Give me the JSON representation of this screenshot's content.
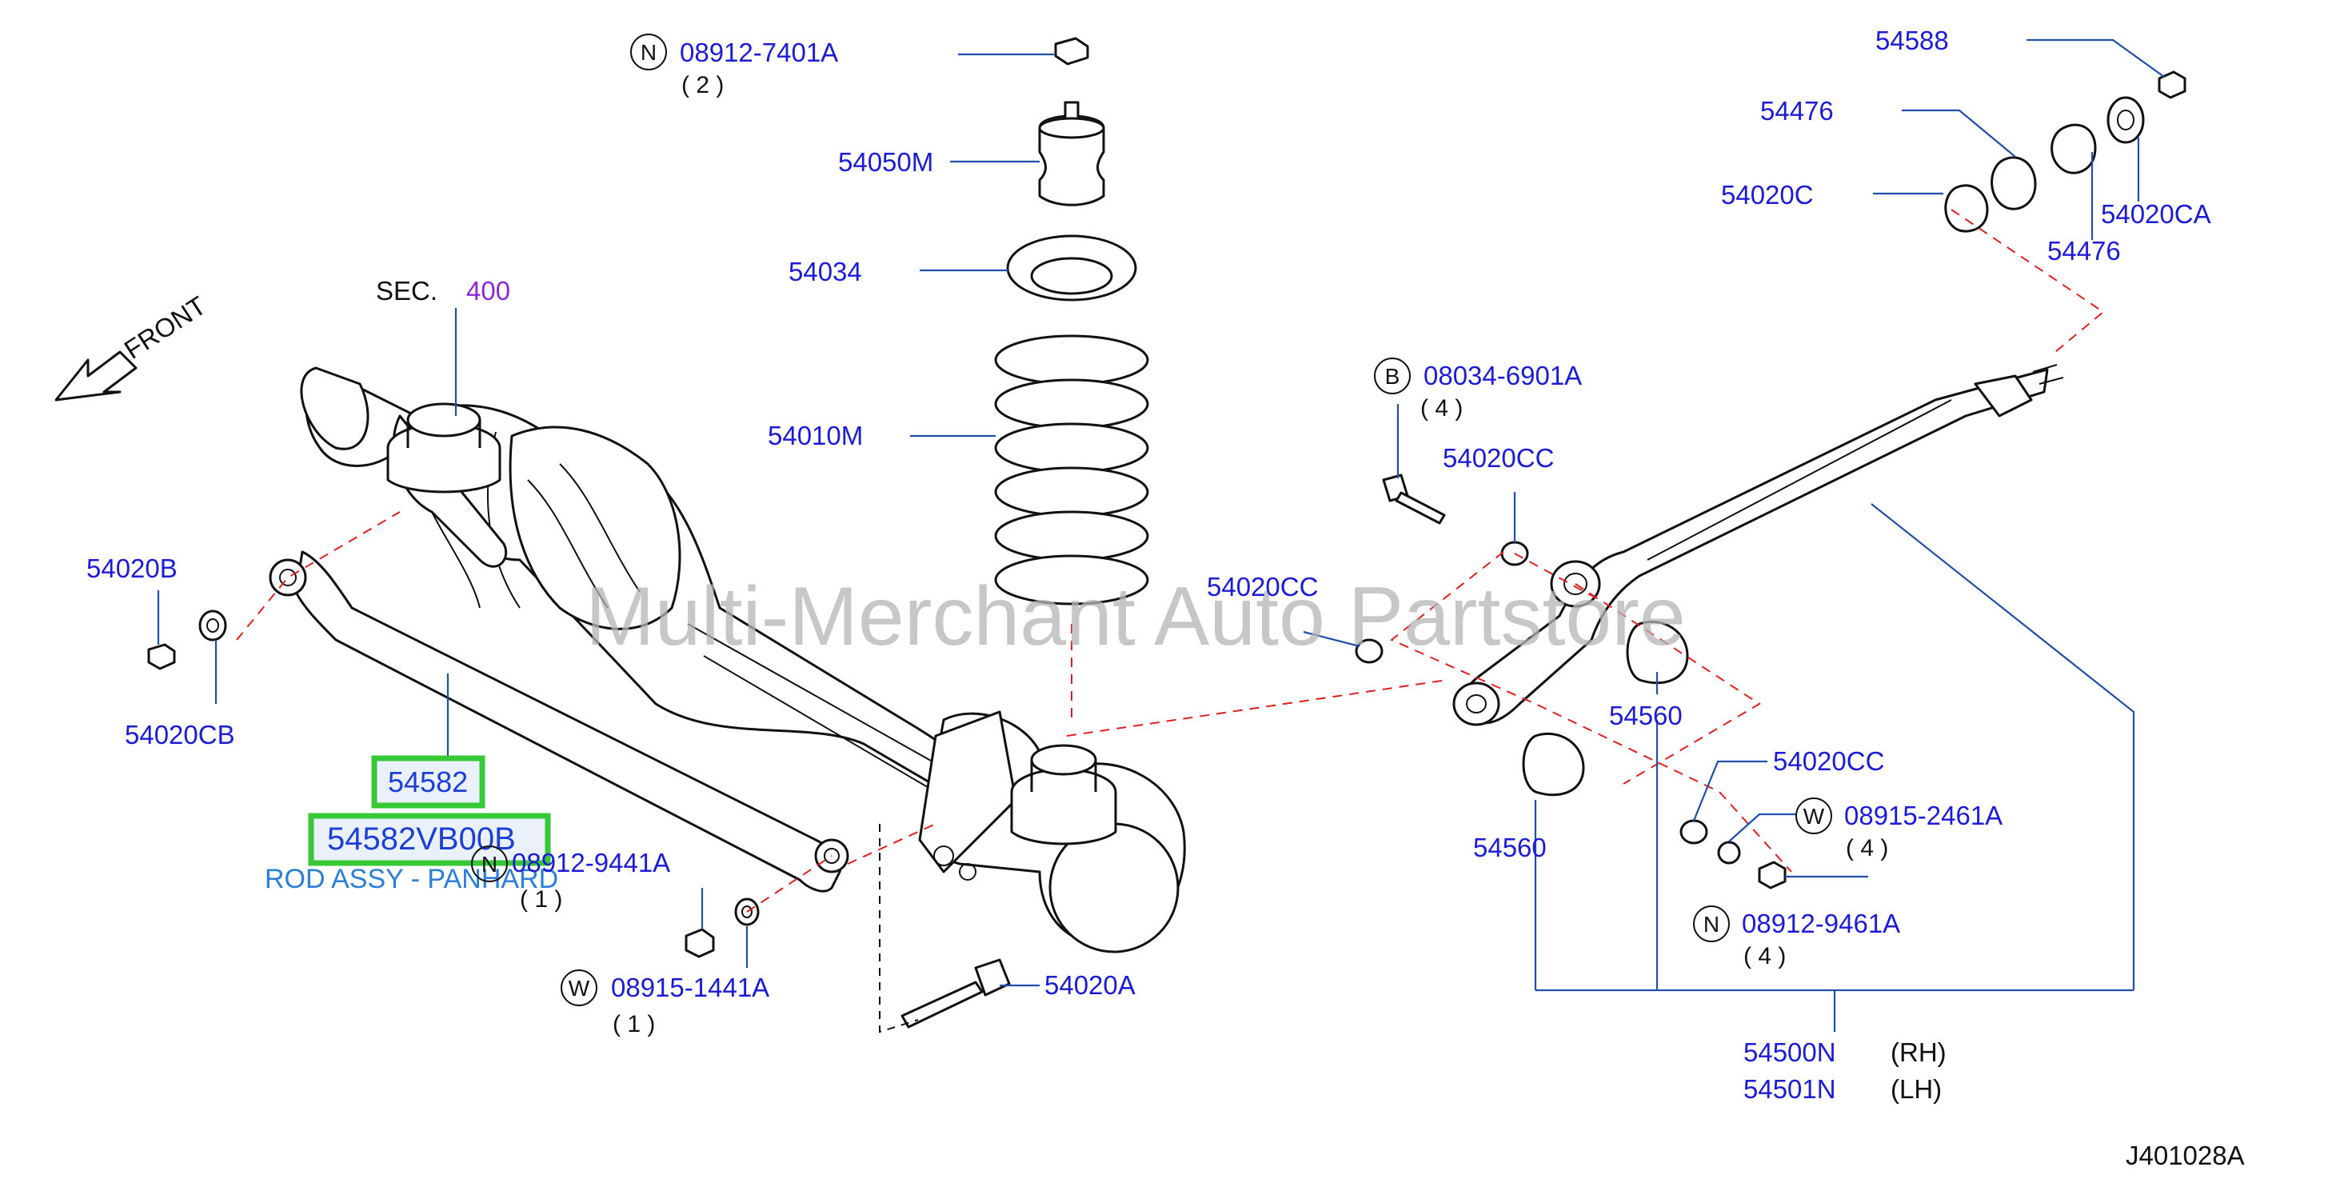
{
  "watermark": "Multi-Merchant Auto Partstore",
  "front_label": "FRONT",
  "section_ref": {
    "prefix": "SEC.",
    "number": "400"
  },
  "highlighted": {
    "part_number": "54582",
    "catalog_number": "54582VB00B",
    "description": "ROD ASSY - PANHARD"
  },
  "callouts": {
    "c_08912_7401A": {
      "code": "N",
      "number": "08912-7401A",
      "qty": "( 2 )"
    },
    "c_54050M": {
      "number": "54050M"
    },
    "c_54034": {
      "number": "54034"
    },
    "c_54010M": {
      "number": "54010M"
    },
    "c_54020B": {
      "number": "54020B"
    },
    "c_54020CB": {
      "number": "54020CB"
    },
    "c_08912_9441A": {
      "code": "N",
      "number": "08912-9441A",
      "qty": "( 1 )"
    },
    "c_08915_1441A": {
      "code": "W",
      "number": "08915-1441A",
      "qty": "( 1 )"
    },
    "c_54020A": {
      "number": "54020A"
    },
    "c_08034_6901A": {
      "code": "B",
      "number": "08034-6901A",
      "qty": "( 4 )"
    },
    "c_54020CC_a": {
      "number": "54020CC"
    },
    "c_54020CC_b": {
      "number": "54020CC"
    },
    "c_54560_a": {
      "number": "54560"
    },
    "c_54020CC_c": {
      "number": "54020CC"
    },
    "c_08915_2461A": {
      "code": "W",
      "number": "08915-2461A",
      "qty": "( 4 )"
    },
    "c_54560_b": {
      "number": "54560"
    },
    "c_08912_9461A": {
      "code": "N",
      "number": "08912-9461A",
      "qty": "( 4 )"
    },
    "c_54588": {
      "number": "54588"
    },
    "c_54476_a": {
      "number": "54476"
    },
    "c_54020C": {
      "number": "54020C"
    },
    "c_54476_b": {
      "number": "54476"
    },
    "c_54020CA": {
      "number": "54020CA"
    }
  },
  "assembly": {
    "rh": {
      "number": "54500N",
      "side": "(RH)"
    },
    "lh": {
      "number": "54501N",
      "side": "(LH)"
    }
  },
  "diagram_id": "J401028A",
  "colors": {
    "part_number": "#1c1cd6",
    "leader": "#1f4fa8",
    "dashed": "#e02020",
    "highlight_border": "#37c837",
    "section_number": "#8a2ad6",
    "description": "#2a7fd8"
  }
}
